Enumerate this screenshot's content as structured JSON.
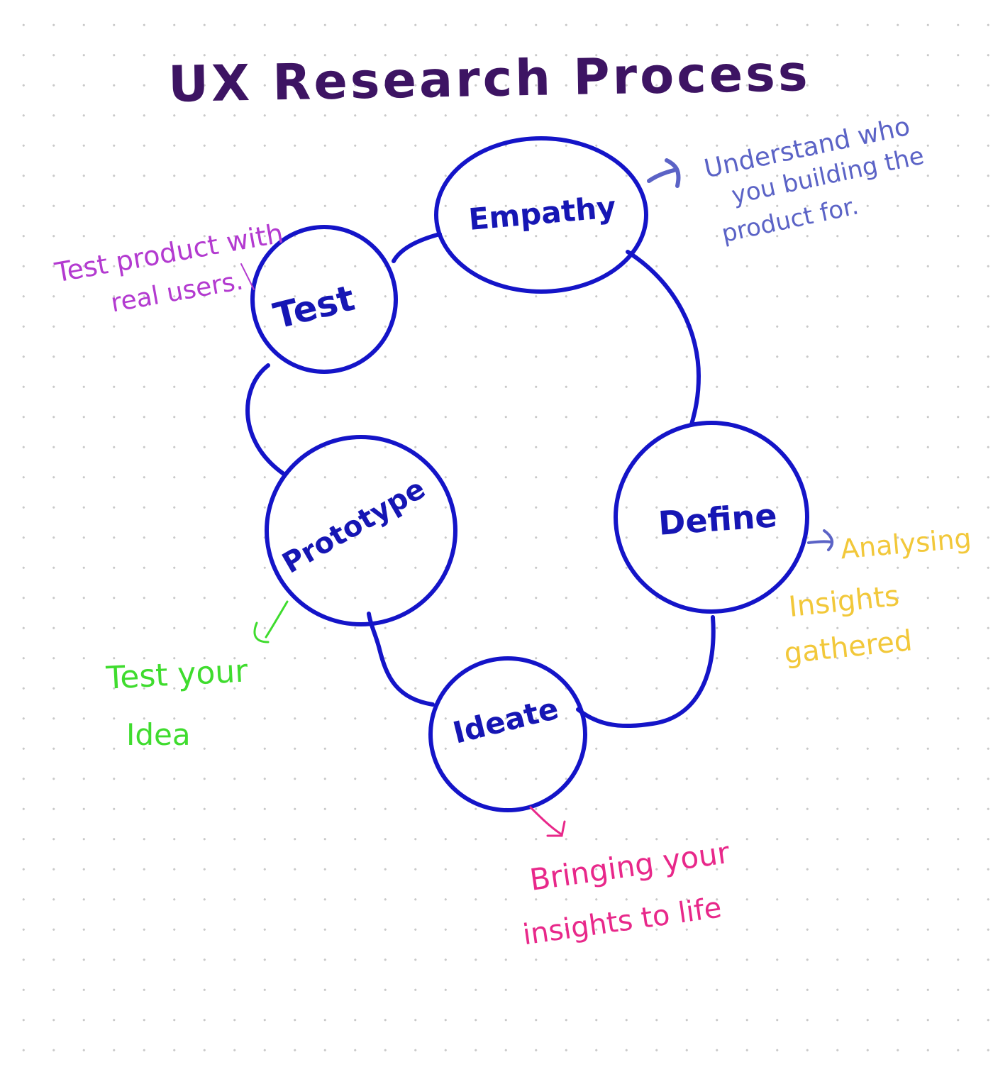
{
  "title": "UX Research Process",
  "colors": {
    "title": "#3d1463",
    "cycle": "#1414c8",
    "stage_text": "#1616b4",
    "note_empathy": "#5b63c6",
    "note_define": "#f2c83a",
    "note_ideate": "#e8288a",
    "note_prototype": "#3fdc2e",
    "note_test": "#b33ad0"
  },
  "stages": {
    "empathy": "Empathy",
    "define": "Define",
    "ideate": "Ideate",
    "prototype": "Prototype",
    "test": "Test"
  },
  "notes": {
    "empathy": [
      "Understand who",
      "you building the",
      "product for."
    ],
    "define": [
      "Analysing",
      "Insights",
      "gathered"
    ],
    "ideate": [
      "Bringing your",
      "insights to life"
    ],
    "prototype": [
      "Test your",
      "Idea"
    ],
    "test": [
      "Test product with",
      "real users."
    ]
  }
}
